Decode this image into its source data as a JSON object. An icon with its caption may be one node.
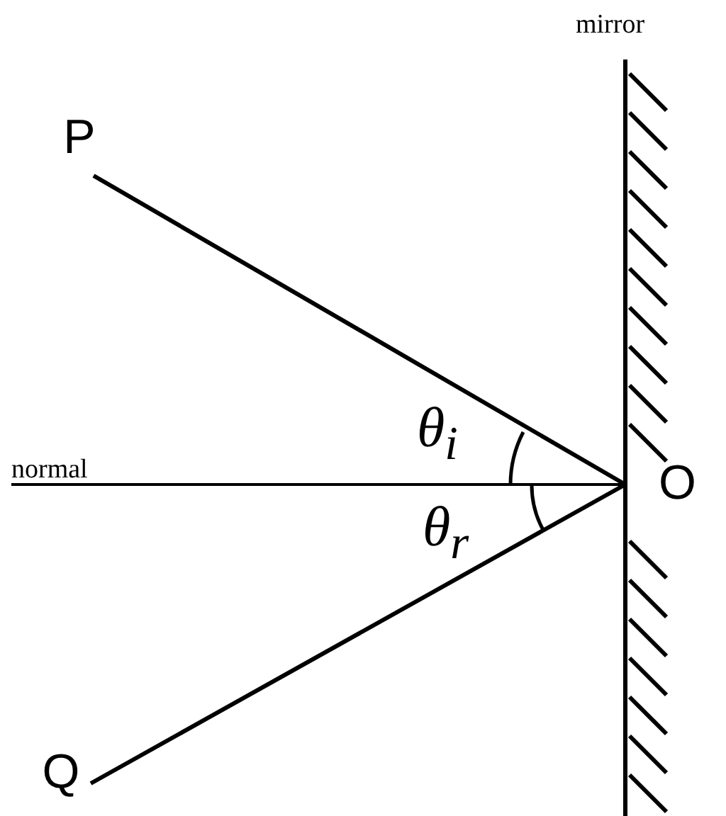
{
  "diagram": {
    "nodes": [
      {
        "text": [
          "P"
        ]
      },
      {
        "text": [
          "normal"
        ]
      },
      {
        "text": [
          "O"
        ]
      },
      {
        "text": [
          "Q"
        ]
      }
    ],
    "edges": [
      {
        "from": 0,
        "to": 2,
        "arrow": "none"
      },
      {
        "from": 1,
        "to": 2,
        "arrow": "none"
      },
      {
        "from": 2,
        "to": 3,
        "arrow": "none"
      }
    ],
    "labels": [
      "mirror",
      "θ$_{i}$",
      "θ$_{r}$"
    ]
  }
}
